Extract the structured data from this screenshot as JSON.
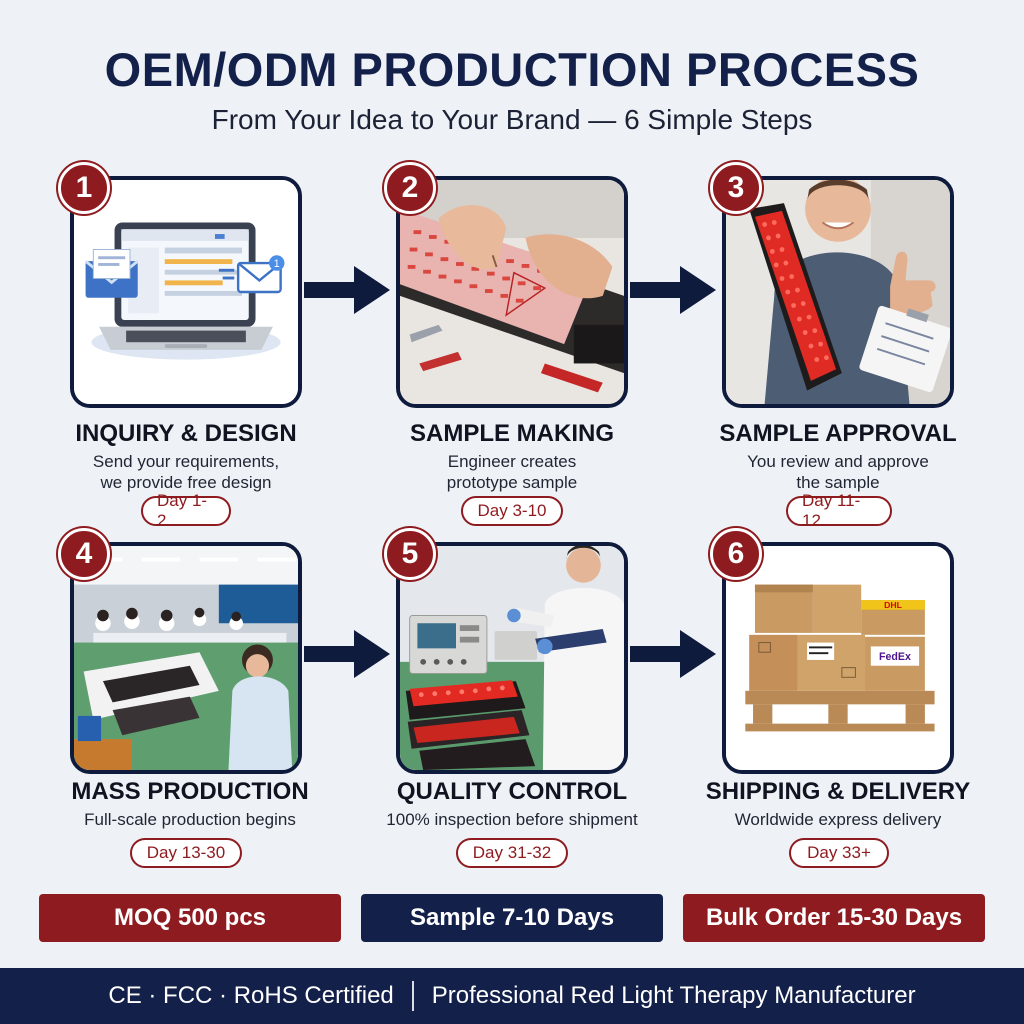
{
  "header": {
    "title": "OEM/ODM PRODUCTION PROCESS",
    "subtitle": "From Your Idea to Your Brand — 6 Simple Steps"
  },
  "steps": [
    {
      "number": "1",
      "title": "INQUIRY & DESIGN",
      "desc_line1": "Send your requirements,",
      "desc_line2": "we provide free design",
      "day": "Day 1-2",
      "icon": "laptop-email-icon"
    },
    {
      "number": "2",
      "title": "SAMPLE MAKING",
      "desc_line1": "Engineer creates",
      "desc_line2": "prototype sample",
      "day": "Day 3-10",
      "icon": "soldering-hands-icon"
    },
    {
      "number": "3",
      "title": "SAMPLE APPROVAL",
      "desc_line1": "You review and approve",
      "desc_line2": "the sample",
      "day": "Day 11-12",
      "icon": "thumbs-up-approval-icon"
    },
    {
      "number": "4",
      "title": "MASS PRODUCTION",
      "desc_line1": "Full-scale production begins",
      "desc_line2": "",
      "day": "Day 13-30",
      "icon": "factory-floor-icon"
    },
    {
      "number": "5",
      "title": "QUALITY CONTROL",
      "desc_line1": "100% inspection before shipment",
      "desc_line2": "",
      "day": "Day 31-32",
      "icon": "inspection-icon"
    },
    {
      "number": "6",
      "title": "SHIPPING & DELIVERY",
      "desc_line1": "Worldwide express delivery",
      "desc_line2": "",
      "day": "Day 33+",
      "icon": "boxes-pallet-icon"
    }
  ],
  "photo_labels": {
    "email_badge": "1",
    "dhl": "DHL",
    "fedex": "FedEx"
  },
  "summary": {
    "moq": "MOQ 500 pcs",
    "sample": "Sample 7-10 Days",
    "bulk": "Bulk Order 15-30 Days"
  },
  "footer": {
    "left": "CE · FCC · RoHS Certified",
    "right": "Professional Red Light Therapy Manufacturer"
  },
  "colors": {
    "navy": "#13204a",
    "red": "#8e1b1f",
    "background": "#eef1f5"
  }
}
